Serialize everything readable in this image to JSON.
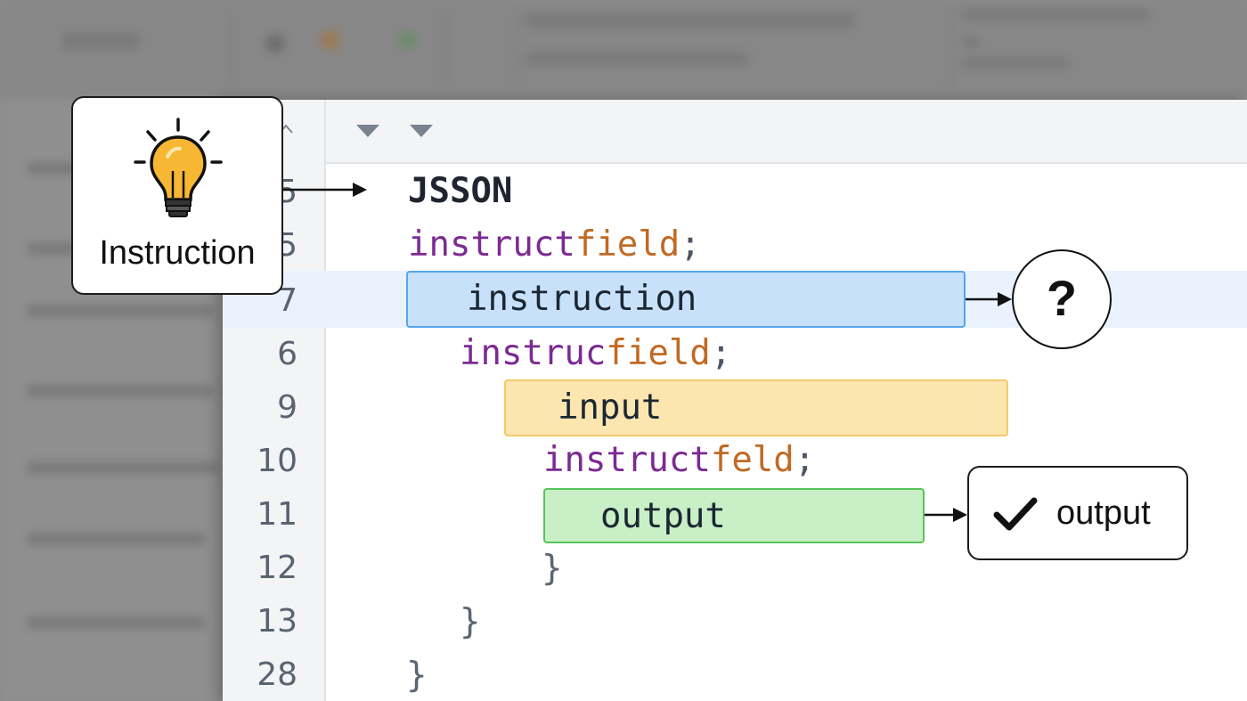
{
  "callouts": {
    "instruction_label": "Instruction",
    "instruction_icon": "lightbulb-icon",
    "question_mark": "?",
    "output_label": "output",
    "output_icon": "check-icon"
  },
  "editor": {
    "lines": [
      {
        "number": "5",
        "text": "JSSON"
      },
      {
        "number": "5",
        "keyword": "instruct",
        "suffix": "field",
        "punct": ";"
      },
      {
        "number": "7",
        "highlight": "instruction"
      },
      {
        "number": "6",
        "keyword": "instruc",
        "suffix": "field",
        "punct": ";"
      },
      {
        "number": "9",
        "highlight": "input"
      },
      {
        "number": "10",
        "keyword": "instruct",
        "suffix": "feld",
        "punct": ";"
      },
      {
        "number": "11",
        "highlight": "output"
      },
      {
        "number": "12",
        "text": "}"
      },
      {
        "number": "13",
        "text": "}"
      },
      {
        "number": "28",
        "text": "}"
      }
    ]
  },
  "colors": {
    "instruction_highlight": "#c7e1fb",
    "input_highlight": "#fbe6b0",
    "output_highlight": "#c8efc6",
    "keyword": "#7c2a92",
    "field_keyword": "#c06a24",
    "bulb": "#f7b733"
  }
}
